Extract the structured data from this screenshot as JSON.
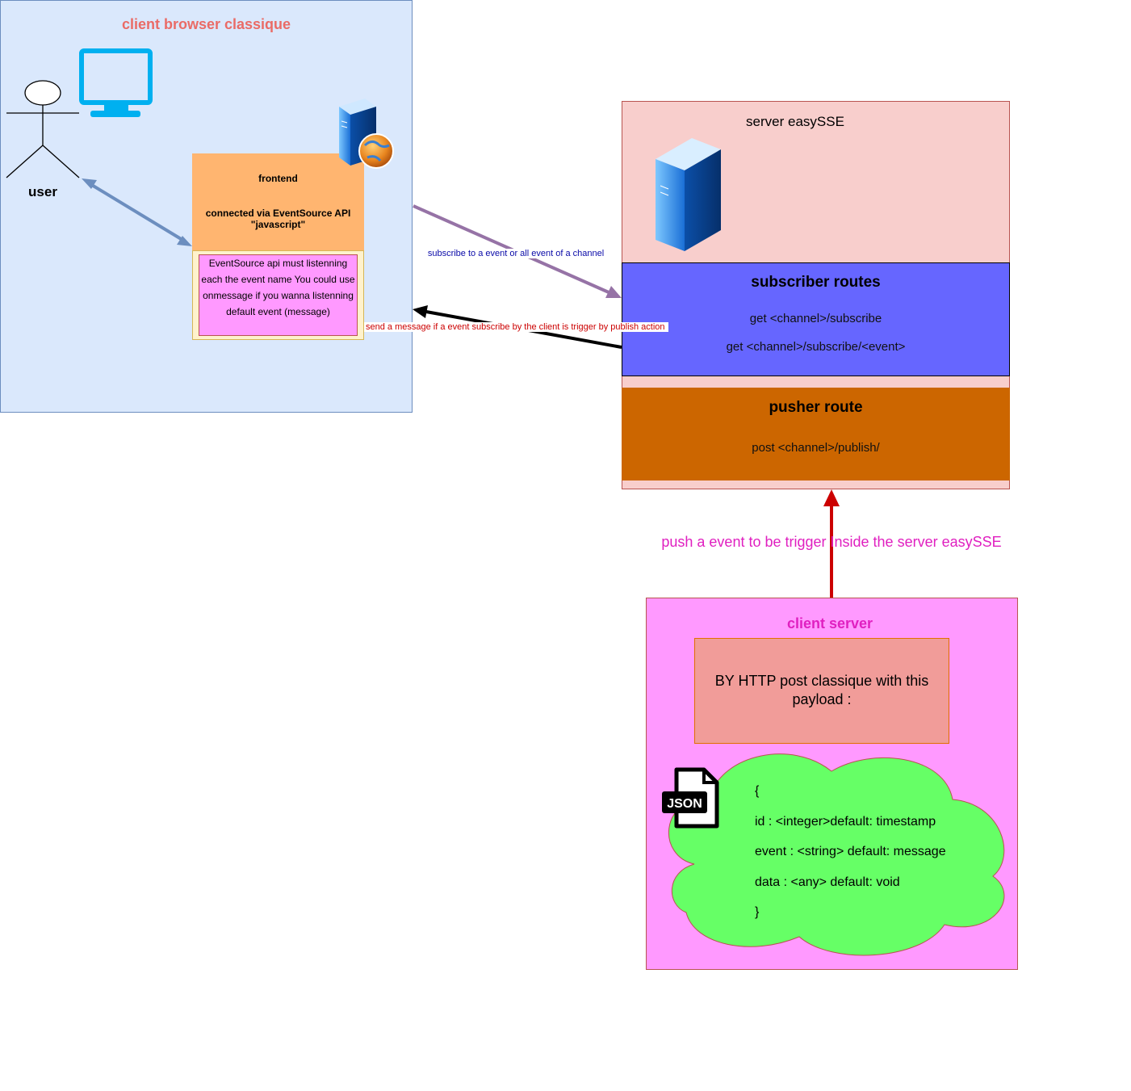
{
  "client_browser": {
    "title": "client browser classique",
    "user_label": "user",
    "frontend": {
      "title": "frontend",
      "description": "connected via EventSource API \"javascript\"",
      "note": "EventSource api must listenning each the event name You could use onmessage if you wanna listenning default event (message)"
    }
  },
  "server": {
    "title": "server easySSE",
    "subscriber": {
      "title": "subscriber routes",
      "routes": [
        "get <channel>/subscribe",
        "get <channel>/subscribe/<event>"
      ]
    },
    "pusher": {
      "title": "pusher route",
      "route": "post <channel>/publish/"
    }
  },
  "client_server": {
    "title": "client server",
    "http_note": "BY HTTP post classique with this payload :",
    "payload_lines": [
      "{",
      "id : <integer>default: timestamp",
      "event : <string> default: message",
      "data : <any> default: void",
      "}"
    ],
    "json_badge": "JSON"
  },
  "edges": {
    "subscribe": "subscribe to a event  or all event of a channel",
    "send_message": "send a message if a event subscribe by the client is trigger by publish action",
    "push_event": "push a event to be trigger Inside the server easySSE"
  },
  "colors": {
    "subscribe_arrow": "#9673a6",
    "user_arrow": "#6c8ebf",
    "push_arrow": "#cc0000",
    "send_arrow": "#000000"
  },
  "icons": [
    "monitor-icon",
    "user-actor-icon",
    "web-server-icon",
    "server-icon",
    "json-file-icon",
    "cloud-shape"
  ]
}
